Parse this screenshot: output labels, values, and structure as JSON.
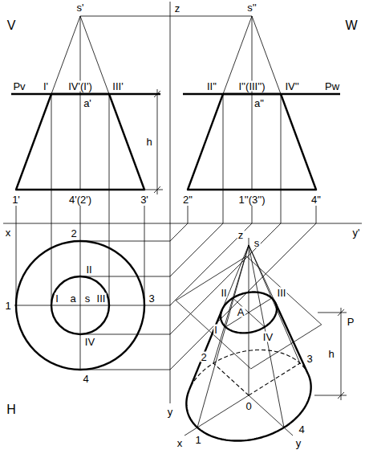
{
  "diagram": {
    "labels": [
      "V",
      "s'",
      "z",
      "s''",
      "W",
      "Pv",
      "I'",
      "IV'(I')",
      "III'",
      "II''",
      "I''(III'')",
      "IV''",
      "Pw",
      "a'",
      "a''",
      "h",
      "1'",
      "4'(2')",
      "3'",
      "2''",
      "1''(3'')",
      "4''",
      "x",
      "y'",
      "z",
      "s",
      "2",
      "II",
      "A",
      "III",
      "II",
      "h",
      "P",
      "1",
      "I",
      "a",
      "s",
      "III",
      "3",
      "I",
      "IV",
      "IV",
      "H",
      "4",
      "y",
      "2",
      "3",
      "0",
      "1",
      "x",
      "4",
      "y"
    ]
  }
}
